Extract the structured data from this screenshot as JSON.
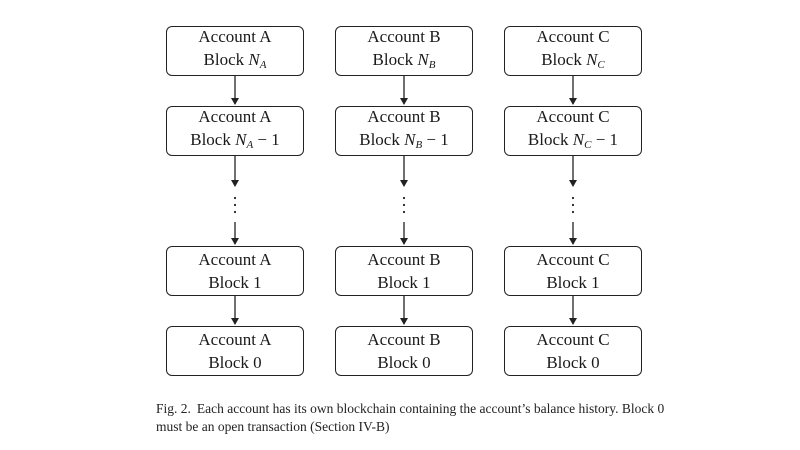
{
  "columns": [
    {
      "id": "a",
      "account_label": "Account A",
      "blocks": [
        {
          "prefix": "Block",
          "var": "N",
          "sub": "A",
          "suffix": ""
        },
        {
          "prefix": "Block",
          "var": "N",
          "sub": "A",
          "suffix": " − 1"
        },
        {
          "prefix": "Block 1",
          "var": "",
          "sub": "",
          "suffix": ""
        },
        {
          "prefix": "Block 0",
          "var": "",
          "sub": "",
          "suffix": ""
        }
      ]
    },
    {
      "id": "b",
      "account_label": "Account B",
      "blocks": [
        {
          "prefix": "Block",
          "var": "N",
          "sub": "B",
          "suffix": ""
        },
        {
          "prefix": "Block",
          "var": "N",
          "sub": "B",
          "suffix": " − 1"
        },
        {
          "prefix": "Block 1",
          "var": "",
          "sub": "",
          "suffix": ""
        },
        {
          "prefix": "Block 0",
          "var": "",
          "sub": "",
          "suffix": ""
        }
      ]
    },
    {
      "id": "c",
      "account_label": "Account C",
      "blocks": [
        {
          "prefix": "Block",
          "var": "N",
          "sub": "C",
          "suffix": ""
        },
        {
          "prefix": "Block",
          "var": "N",
          "sub": "C",
          "suffix": " − 1"
        },
        {
          "prefix": "Block 1",
          "var": "",
          "sub": "",
          "suffix": ""
        },
        {
          "prefix": "Block 0",
          "var": "",
          "sub": "",
          "suffix": ""
        }
      ]
    }
  ],
  "caption": {
    "label": "Fig. 2.",
    "text": "Each account has its own blockchain containing the account’s balance history. Block 0 must be an open transaction (Section IV-B)"
  }
}
